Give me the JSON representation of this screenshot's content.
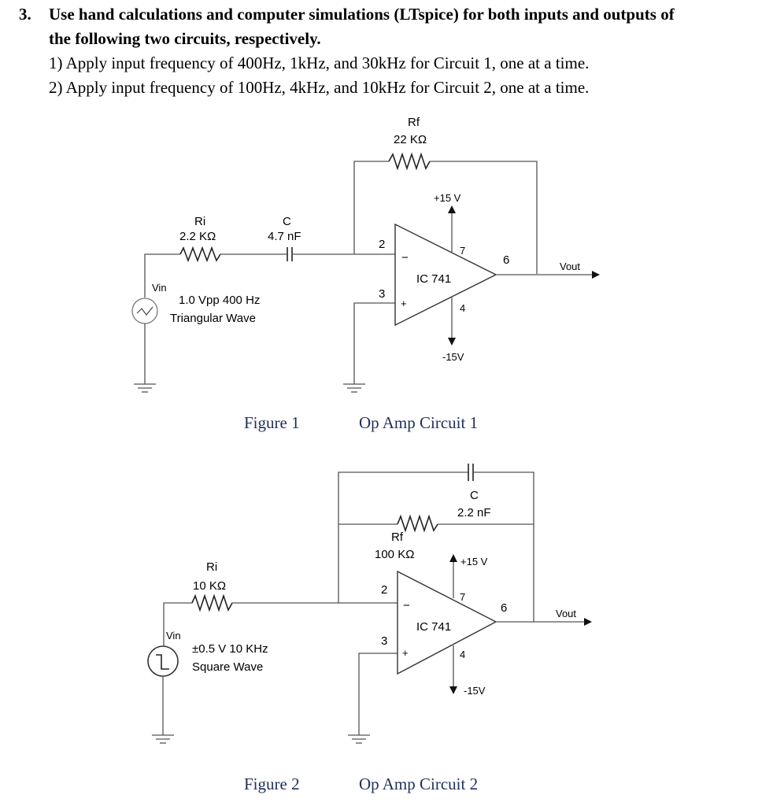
{
  "question": {
    "number": "3.",
    "line1": "Use hand calculations and computer simulations (LTspice) for both inputs and outputs of",
    "line2": "the following two circuits, respectively.",
    "items": [
      "1)  Apply input frequency of 400Hz, 1kHz, and 30kHz for Circuit 1, one at a time.",
      "2)  Apply input frequency of 100Hz, 4kHz, and 10kHz for Circuit 2, one at a time."
    ]
  },
  "circuit1": {
    "rf_label": "Rf",
    "rf_value": "22 KΩ",
    "ri_label": "Ri",
    "ri_value": "2.2 KΩ",
    "c_label": "C",
    "c_value": "4.7 nF",
    "vin_label": "Vin",
    "source_line1": "1.0 Vpp 400 Hz",
    "source_line2": "Triangular Wave",
    "vplus": "+15 V",
    "vminus": "-15V",
    "ic": "IC 741",
    "pin2": "2",
    "pin3": "3",
    "pin4": "4",
    "pin6": "6",
    "pin7": "7",
    "minus_sign": "−",
    "plus_sign": "+",
    "vout": "Vout",
    "figure_caption": "Figure 1",
    "circuit_caption": "Op Amp Circuit 1"
  },
  "circuit2": {
    "c_label": "C",
    "c_value": "2.2 nF",
    "rf_label": "Rf",
    "rf_value": "100 KΩ",
    "ri_label": "Ri",
    "ri_value": "10 KΩ",
    "vin_label": "Vin",
    "source_line1": "±0.5 V 10 KHz",
    "source_line2": "Square Wave",
    "vplus": "+15 V",
    "vminus": "-15V",
    "ic": "IC 741",
    "pin2": "2",
    "pin3": "3",
    "pin4": "4",
    "pin6": "6",
    "pin7": "7",
    "minus_sign": "−",
    "plus_sign": "+",
    "vout": "Vout",
    "figure_caption": "Figure 2",
    "circuit_caption": "Op Amp Circuit 2"
  },
  "icons": {
    "triangle_source": "ac-source-icon",
    "square_source": "square-wave-source-icon",
    "ground": "ground-icon",
    "resistor": "resistor-icon",
    "capacitor": "capacitor-icon",
    "op_amp": "op-amp-icon"
  }
}
